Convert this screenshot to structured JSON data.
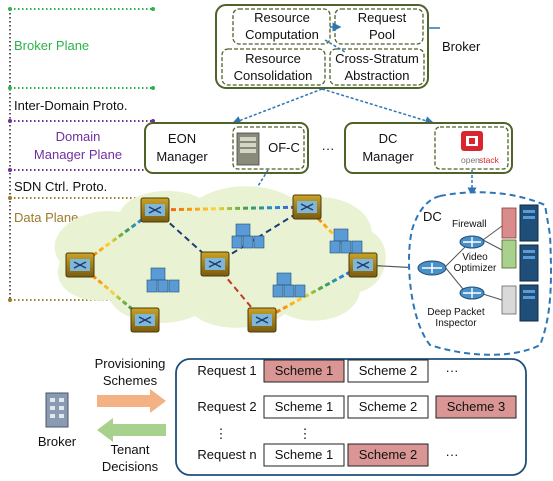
{
  "planes": {
    "broker_plane": "Broker Plane",
    "inter_domain_proto": "Inter-Domain Proto.",
    "domain_manager_plane_1": "Domain",
    "domain_manager_plane_2": "Manager Plane",
    "sdn_ctrl_proto": "SDN Ctrl. Proto.",
    "data_plane": "Data Plane"
  },
  "broker": {
    "label": "Broker",
    "resource_computation_1": "Resource",
    "resource_computation_2": "Computation",
    "request_pool_1": "Request",
    "request_pool_2": "Pool",
    "resource_consolidation_1": "Resource",
    "resource_consolidation_2": "Consolidation",
    "cross_stratum_1": "Cross-Stratum",
    "cross_stratum_2": "Abstraction"
  },
  "managers": {
    "eon_1": "EON",
    "eon_2": "Manager",
    "ofc": "OF-C",
    "ellipsis": "···",
    "dc_1": "DC",
    "dc_2": "Manager",
    "openstack_a": "open",
    "openstack_b": "stack"
  },
  "dc": {
    "title": "DC",
    "firewall": "Firewall",
    "video_1": "Video",
    "video_2": "Optimizer",
    "dpi_1": "Deep Packet",
    "dpi_2": "Inspector"
  },
  "bottom": {
    "provisioning_1": "Provisioning",
    "provisioning_2": "Schemes",
    "broker": "Broker",
    "tenant_1": "Tenant",
    "tenant_2": "Decisions",
    "dots": "⋮",
    "hdots": "···",
    "rows": [
      {
        "request": "Request 1",
        "schemes": [
          "Scheme 1",
          "Scheme 2"
        ],
        "highlight": 0
      },
      {
        "request": "Request 2",
        "schemes": [
          "Scheme 1",
          "Scheme 2",
          "Scheme 3"
        ],
        "highlight": 2
      },
      {
        "request": "Request n",
        "schemes": [
          "Scheme 1",
          "Scheme 2"
        ],
        "highlight": 1
      }
    ]
  },
  "colors": {
    "broker_green": "#2db34a",
    "manager_purple": "#7030a0",
    "data_brown": "#9c7a2b",
    "box_border": "#4f6228",
    "link_blue": "#2e75b6",
    "scheme_highlight": "#d99694",
    "arrow_orange": "#f4b183",
    "arrow_green": "#a9d18e"
  }
}
